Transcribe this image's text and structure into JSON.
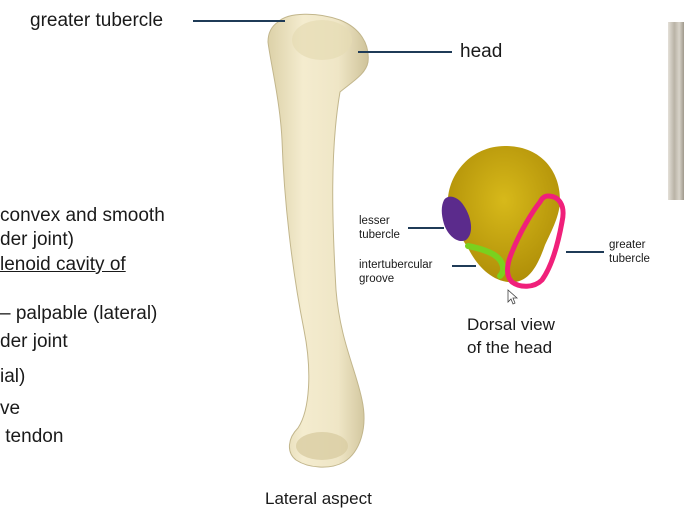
{
  "labels": {
    "greater_tubercle_top": "greater tubercle",
    "head": "head",
    "lesser_tubercle": "lesser\ntubercle",
    "intertubercular_groove": "intertubercular\ngroove",
    "greater_tubercle_small": "greater\ntubercle",
    "dorsal_view_caption_1": "Dorsal view",
    "dorsal_view_caption_2": "of the head",
    "lateral_aspect": "Lateral aspect"
  },
  "left_notes": [
    "convex and smooth",
    "der joint)",
    "lenoid cavity of",
    "– palpable (lateral)",
    "der joint",
    "ial)",
    "ve",
    " tendon"
  ],
  "colors": {
    "bone": "#efe6c6",
    "head_yellow": "#c9a80f",
    "lesser_purple": "#5b2b8c",
    "groove_green": "#7ad11e",
    "greater_pink": "#f0207a",
    "leader_line": "#1f3b57"
  }
}
